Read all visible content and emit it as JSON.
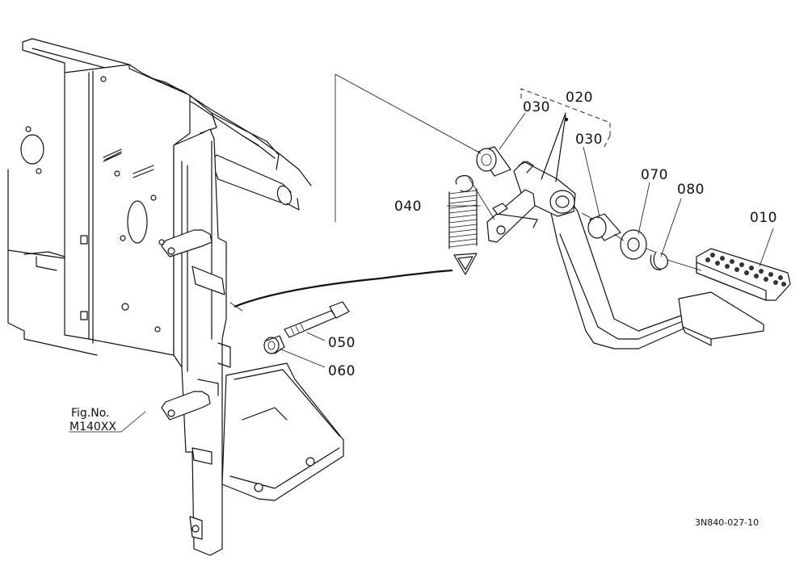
{
  "parts": {
    "p010": "010",
    "p020": "020",
    "p030a": "030",
    "p030b": "030",
    "p040": "040",
    "p050": "050",
    "p060": "060",
    "p070": "070",
    "p080": "080"
  },
  "figure_ref": {
    "line1": "Fig.No.",
    "line2": "M140XX"
  },
  "diagram_code": "3N840-027-10"
}
